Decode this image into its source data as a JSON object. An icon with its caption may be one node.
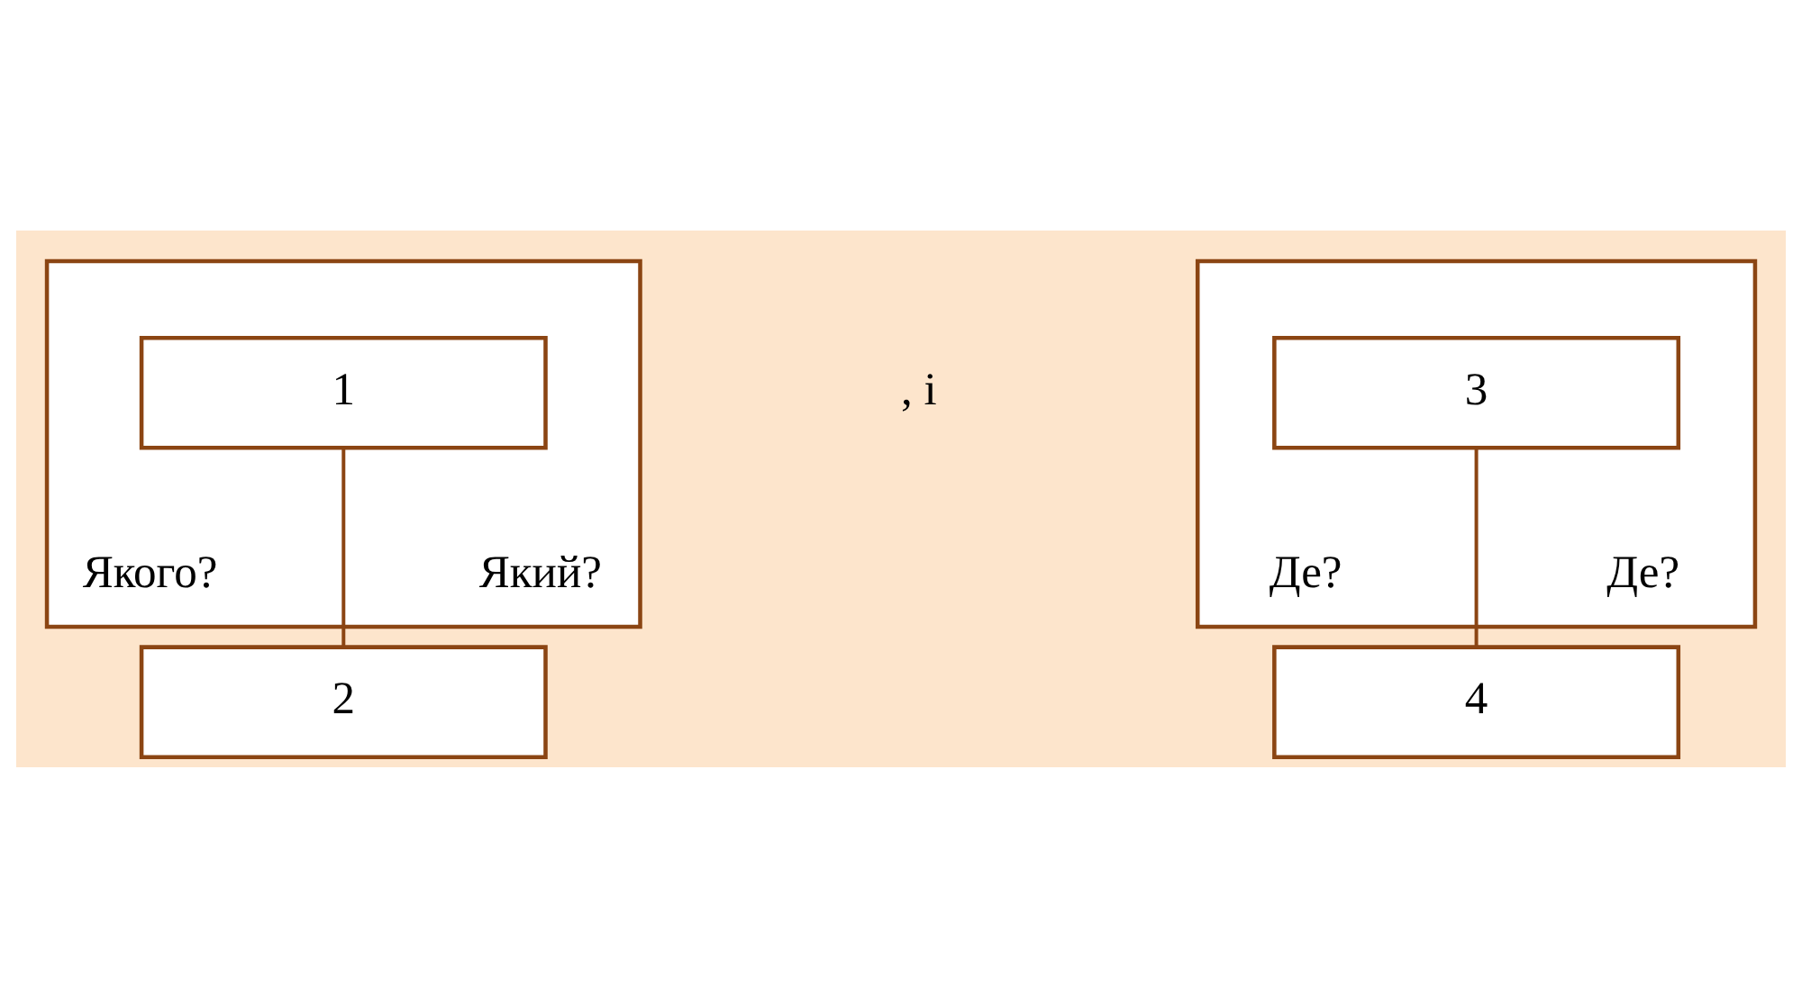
{
  "diagram": {
    "nodes": [
      {
        "text": [
          "Якого?",
          "Який?"
        ]
      },
      {
        "text": [
          "1"
        ],
        "in": 0
      },
      {
        "text": [
          "2"
        ]
      },
      {
        "text": [
          "Де?",
          "Де?"
        ]
      },
      {
        "text": [
          "3"
        ],
        "in": 3
      },
      {
        "text": [
          "4"
        ]
      }
    ],
    "edges": [
      {
        "from": 1,
        "to": 2,
        "arrow": "none"
      },
      {
        "from": 4,
        "to": 5,
        "arrow": "none"
      }
    ],
    "labels": [
      ", і"
    ]
  }
}
